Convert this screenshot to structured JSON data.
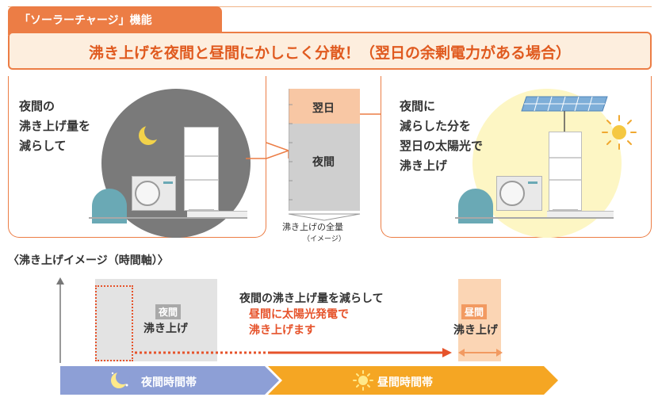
{
  "header": {
    "tab_label": "「ソーラーチャージ」機能",
    "banner_title": "沸き上げを夜間と昼間にかしこく分散！（翌日の余剰電力がある場合）"
  },
  "left_panel": {
    "text_lines": [
      "夜間の",
      "沸き上げ量を",
      "減らして"
    ]
  },
  "center_bar": {
    "top_label": "翌日",
    "bottom_label": "夜間",
    "caption": "沸き上げの全量",
    "sub_caption": "（イメージ）"
  },
  "right_panel": {
    "text_lines": [
      "夜間に",
      "減らした分を",
      "翌日の太陽光で",
      "沸き上げ"
    ]
  },
  "timeline": {
    "title": "〈沸き上げイメージ（時間軸）〉",
    "night_tag": "夜間",
    "night_heat": "沸き上げ",
    "day_tag": "昼間",
    "day_heat": "沸き上げ",
    "message_line1": "夜間の沸き上げ量を減らして",
    "message_line2": "昼間に太陽光発電で",
    "message_line3": "沸き上げます",
    "band_night": "夜間時間帯",
    "band_day": "昼間時間帯"
  },
  "colors": {
    "accent": "#ec7d45",
    "accent_red": "#e6532b",
    "night_band": "#8d9fd6",
    "day_band": "#f5a623",
    "night_sky": "#7a7a7a",
    "day_sky": "#fdf6c4",
    "moon": "#f2d24a",
    "sun": "#f5c842"
  },
  "icons": {
    "moon": "crescent-moon-icon",
    "sun": "sun-icon",
    "solar_panel": "solar-panel-icon"
  }
}
